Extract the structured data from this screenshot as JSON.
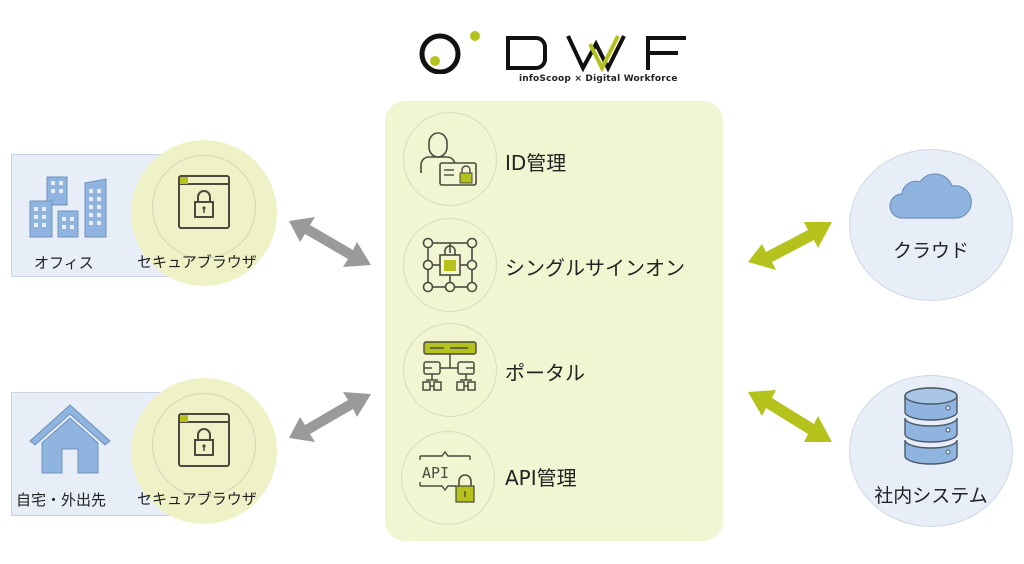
{
  "logo": {
    "wordmark": "DWF",
    "tagline": "infoScoop × Digital Workforce"
  },
  "locations": [
    {
      "label": "オフィス",
      "icon": "office-building-icon",
      "browser_label": "セキュアブラウザ"
    },
    {
      "label": "自宅・外出先",
      "icon": "house-icon",
      "browser_label": "セキュアブラウザ"
    }
  ],
  "features": [
    {
      "label": "ID管理",
      "icon": "id-management-icon"
    },
    {
      "label": "シングルサインオン",
      "icon": "single-sign-on-icon"
    },
    {
      "label": "ポータル",
      "icon": "portal-icon"
    },
    {
      "label": "API管理",
      "icon": "api-management-icon"
    }
  ],
  "targets": [
    {
      "label": "クラウド",
      "icon": "cloud-icon"
    },
    {
      "label": "社内システム",
      "icon": "database-icon"
    }
  ],
  "colors": {
    "accent": "#b5c21c",
    "panel": "#f1f5d2",
    "browser_bg": "#eff2c7",
    "blue_icon": "#8fb4df",
    "location_bg": "#e7eef8",
    "gray_arrow": "#9a9a9a",
    "icon_stroke": "#4a4a3e"
  }
}
